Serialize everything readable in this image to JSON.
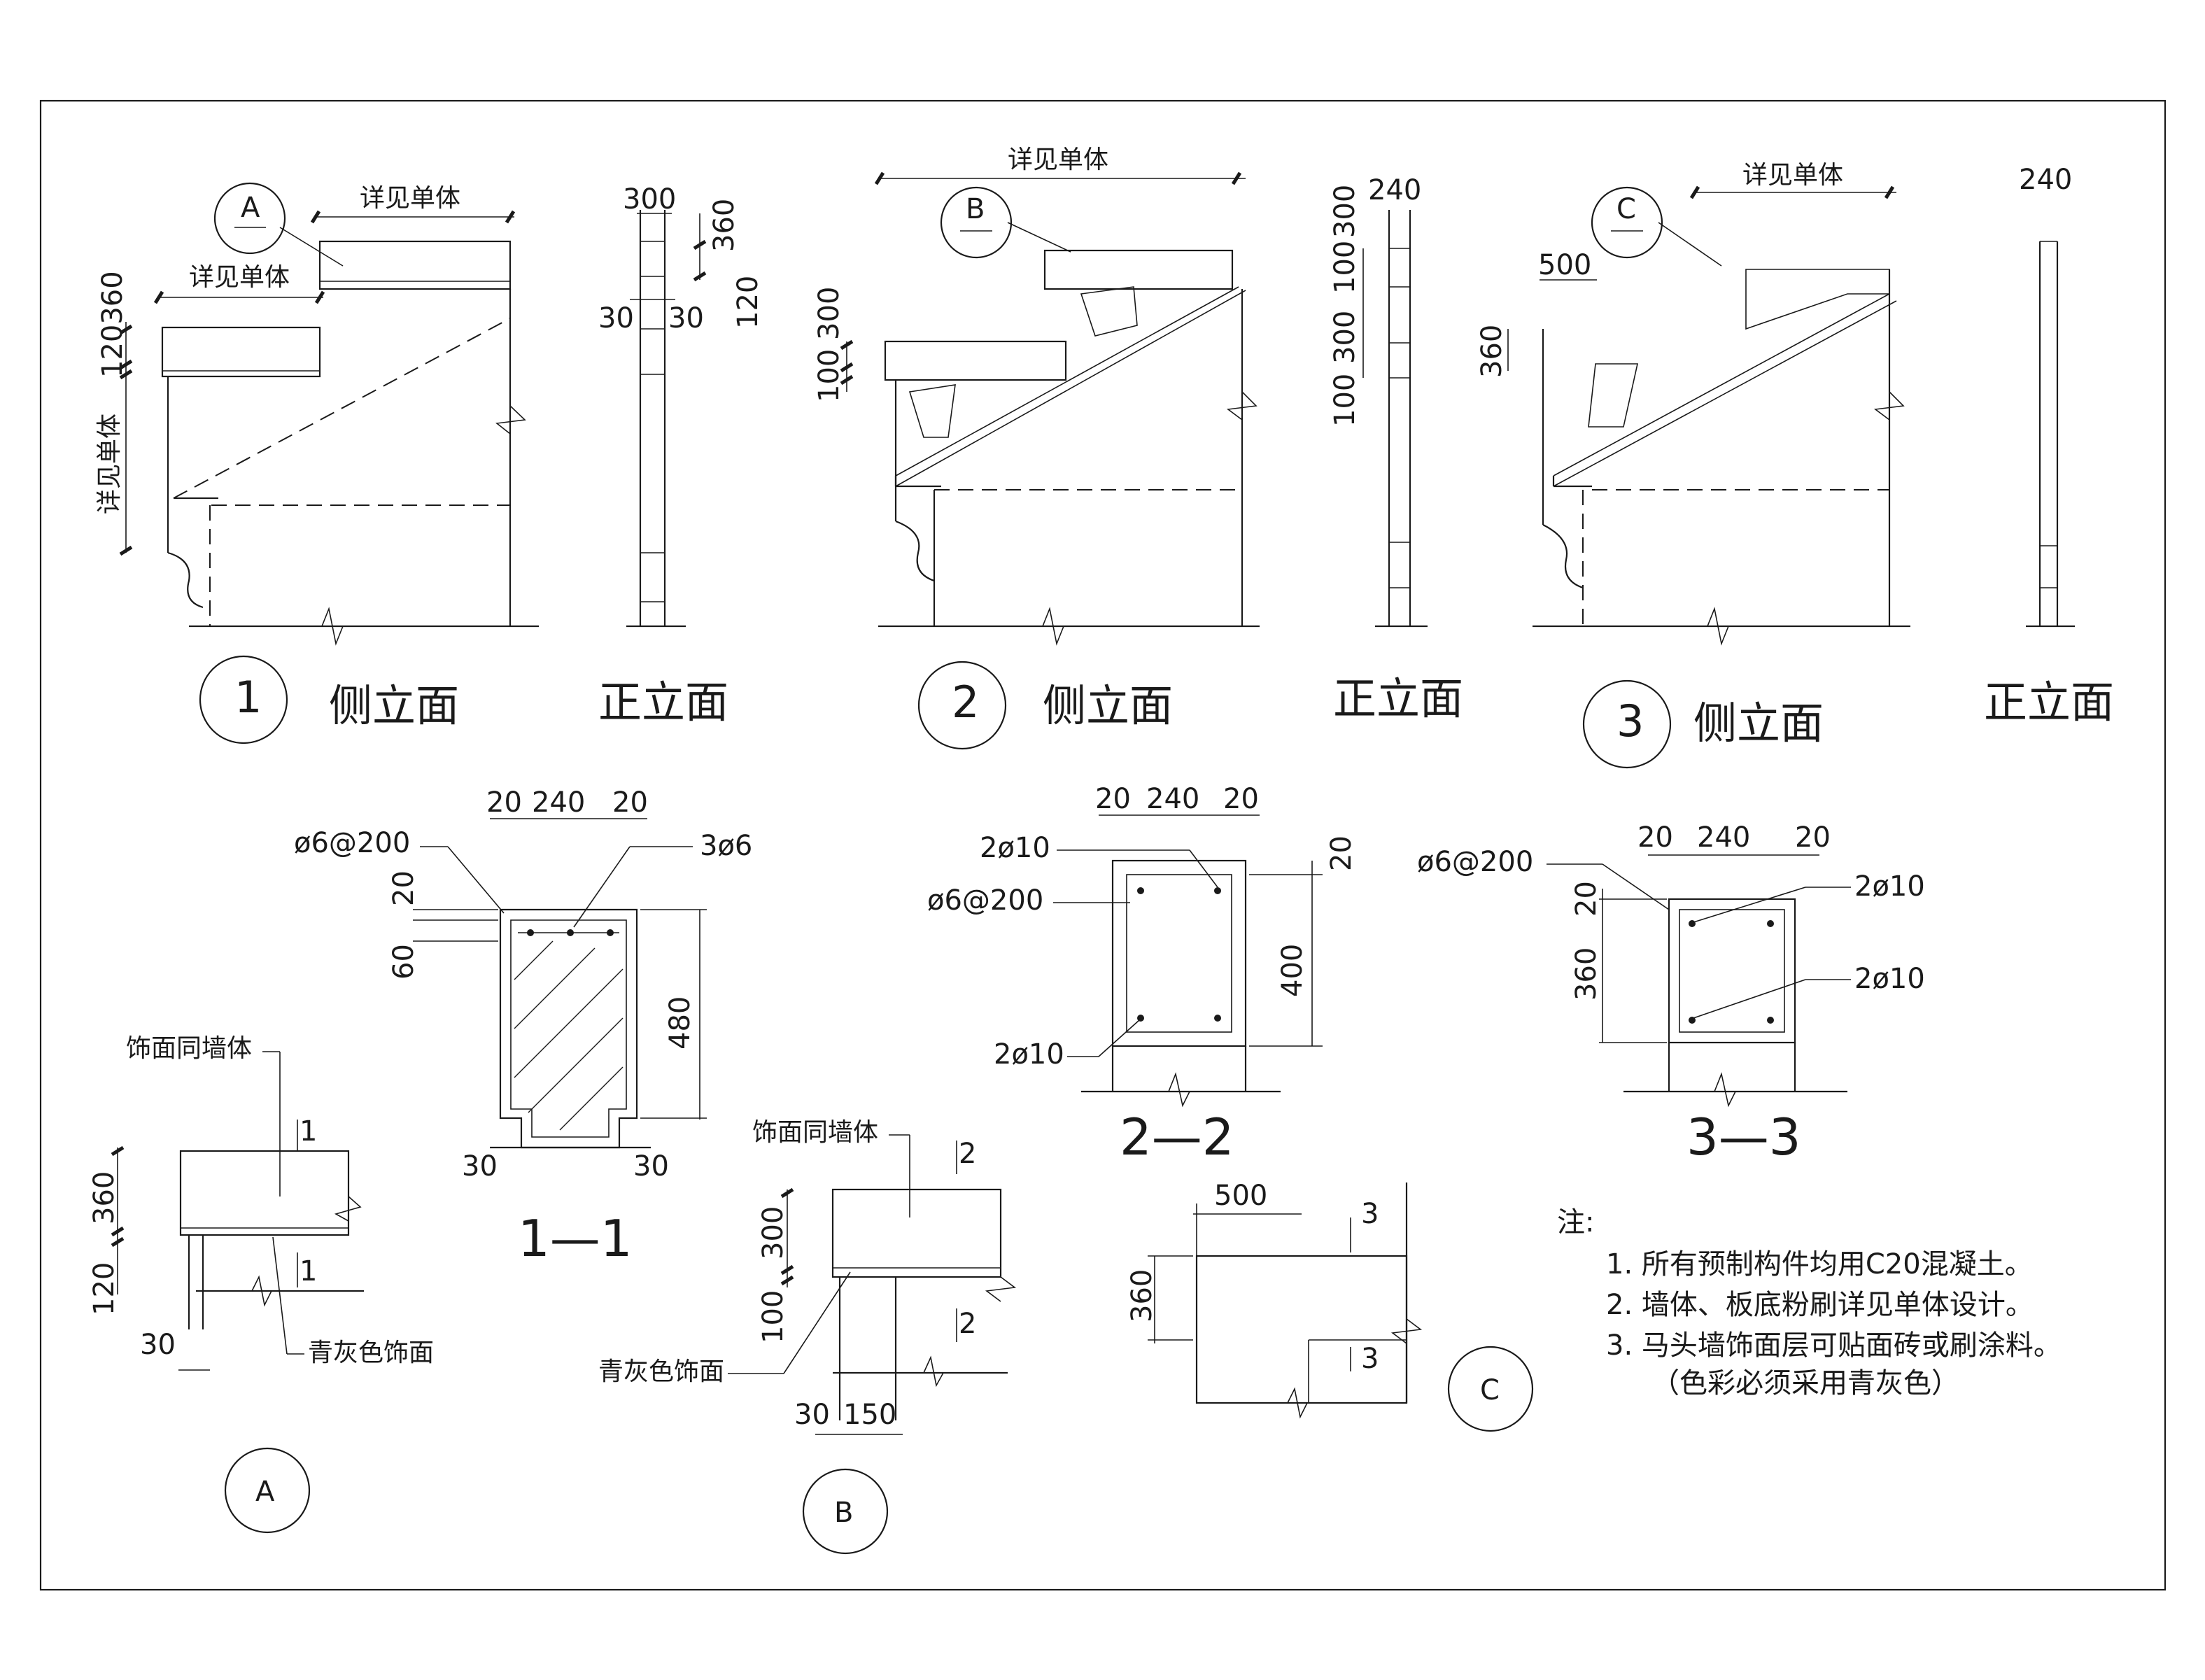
{
  "labels": {
    "see_unit": "详见单体",
    "side_elevation": "侧立面",
    "front_elevation": "正立面",
    "finish_same_as_wall": "饰面同墙体",
    "blue_grey_finish": "青灰色饰面"
  },
  "markers": {
    "A": "A",
    "B": "B",
    "C": "C",
    "one": "1",
    "two": "2",
    "three": "3",
    "dash": "—"
  },
  "dims": {
    "d20": "20",
    "d30": "30",
    "d60": "60",
    "d100": "100",
    "d120": "120",
    "d150": "150",
    "d240": "240",
    "d300": "300",
    "d360": "360",
    "d400": "400",
    "d480": "480",
    "d500": "500",
    "d120_360": "120360",
    "d100_300": "100 300"
  },
  "rebar": {
    "stirrup": "ø6@200",
    "three_bars": "3ø6",
    "two_bars": "2ø10"
  },
  "sections": {
    "s11": "1—1",
    "s22": "2—2",
    "s33": "3—3",
    "cut1": "1",
    "cut2": "2",
    "cut3": "3"
  },
  "notes": {
    "heading": "注:",
    "items": [
      "1.  所有预制构件均用C20混凝土。",
      "2.  墙体、板底粉刷详见单体设计。",
      "3.  马头墙饰面层可贴面砖或刷涂料。",
      "（色彩必须采用青灰色）"
    ]
  }
}
